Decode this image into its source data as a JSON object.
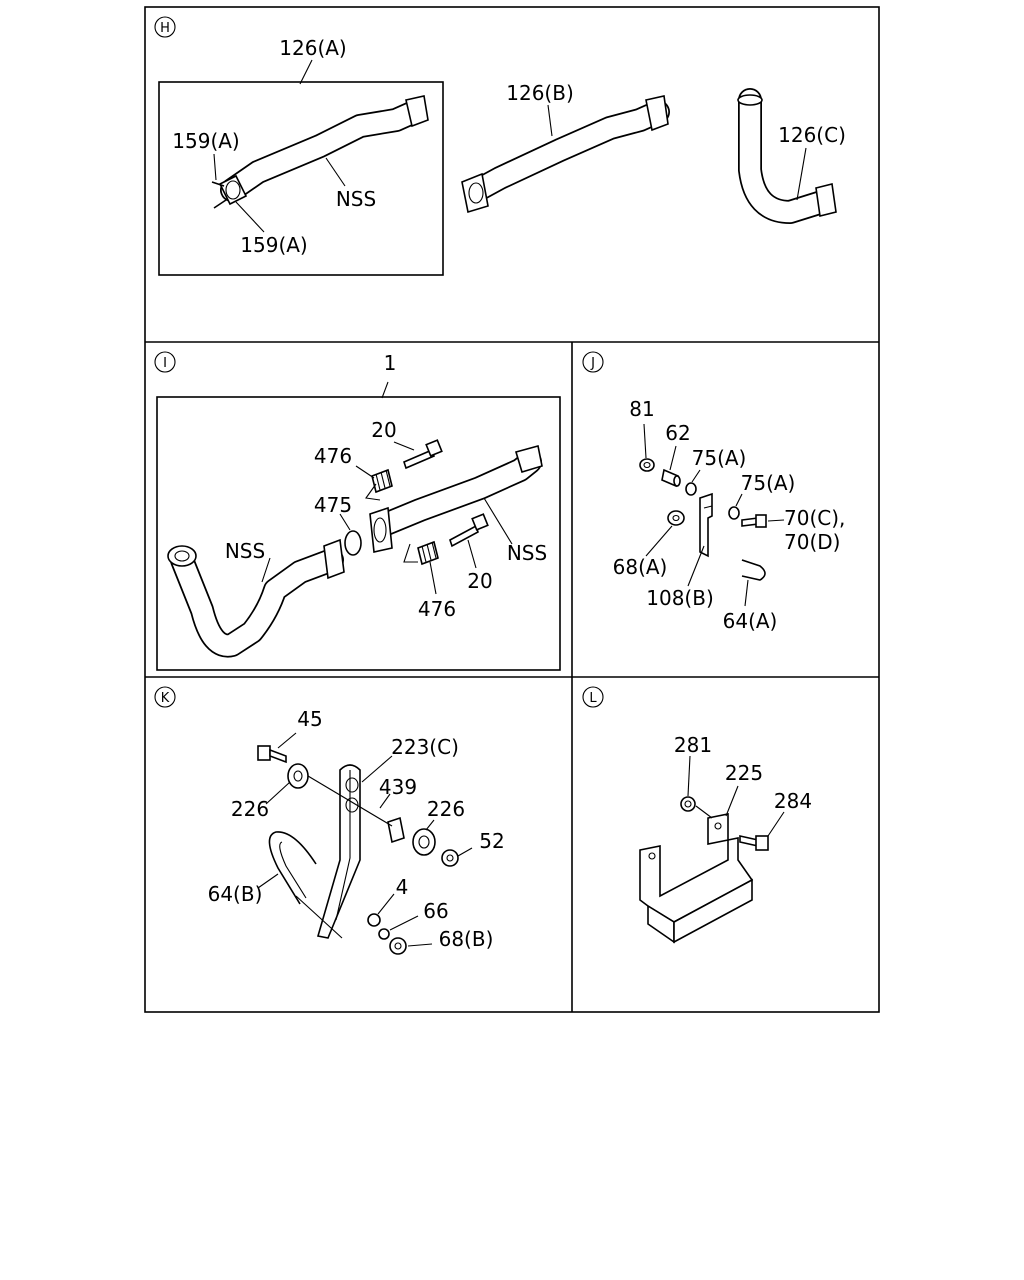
{
  "sections": {
    "H": {
      "marker": "H",
      "labels": {
        "p126a": "126(A)",
        "p126b": "126(B)",
        "p126c": "126(C)",
        "p159a_top": "159(A)",
        "p159a_bottom": "159(A)",
        "nss": "NSS"
      }
    },
    "I": {
      "marker": "I",
      "labels": {
        "p1": "1",
        "p20_top": "20",
        "p476_top": "476",
        "p475": "475",
        "nss_left": "NSS",
        "nss_right": "NSS",
        "p20_bottom": "20",
        "p476_bottom": "476"
      }
    },
    "J": {
      "marker": "J",
      "labels": {
        "p81": "81",
        "p62": "62",
        "p75a_1": "75(A)",
        "p75a_2": "75(A)",
        "p70c": "70(C),",
        "p70d": "70(D)",
        "p68a": "68(A)",
        "p108b": "108(B)",
        "p64a": "64(A)"
      }
    },
    "K": {
      "marker": "K",
      "labels": {
        "p45": "45",
        "p223c": "223(C)",
        "p439": "439",
        "p226_left": "226",
        "p226_right": "226",
        "p52": "52",
        "p64b": "64(B)",
        "p4": "4",
        "p66": "66",
        "p68b": "68(B)"
      }
    },
    "L": {
      "marker": "L",
      "labels": {
        "p281": "281",
        "p225": "225",
        "p284": "284"
      }
    }
  }
}
